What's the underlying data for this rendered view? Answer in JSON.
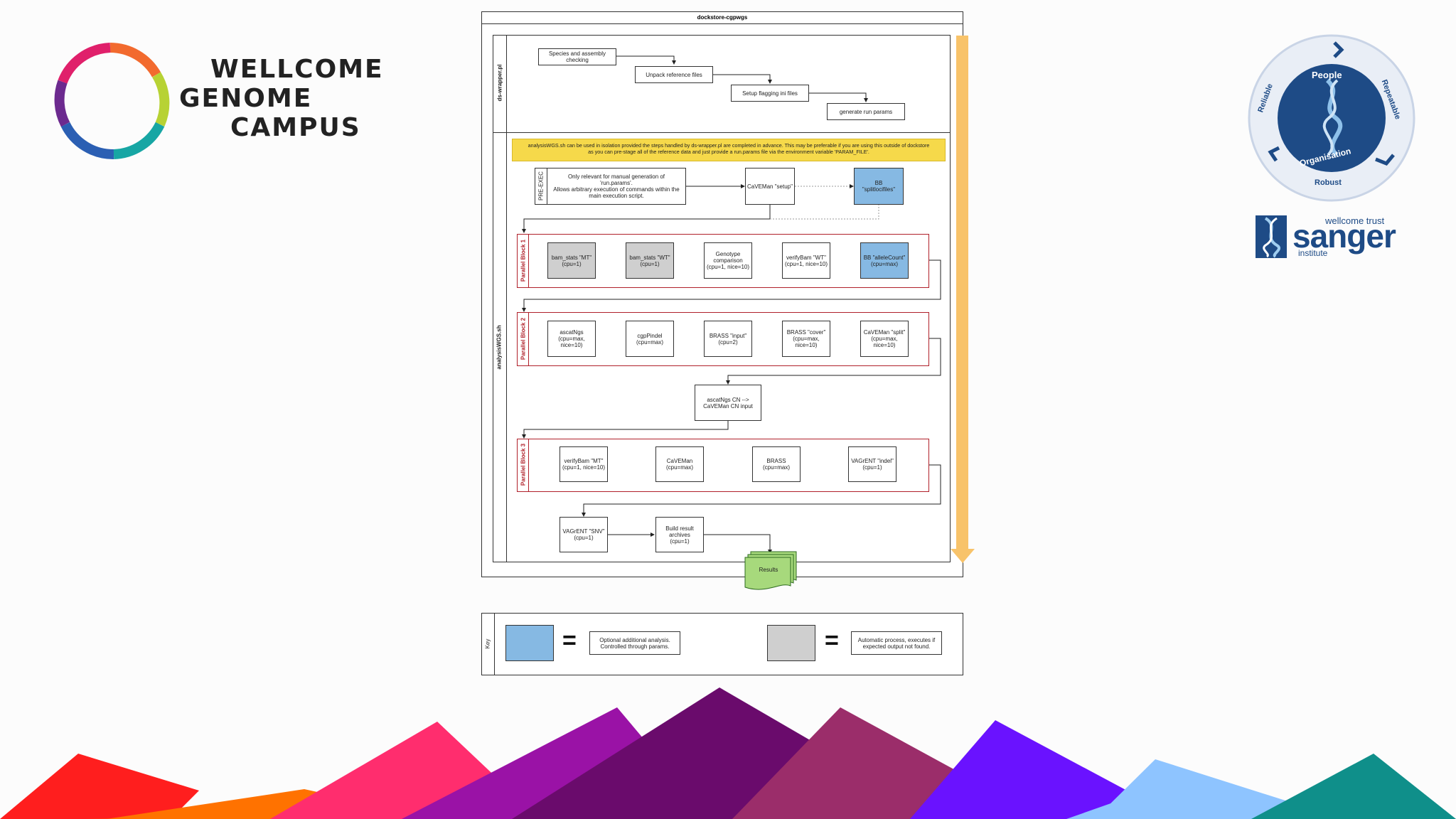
{
  "diagram": {
    "title": "dockstore-cgpwgs",
    "lanes": {
      "ds_wrapper": "ds-wrapper.pl",
      "analysis": "analysisWGS.sh"
    },
    "wrapper_steps": [
      "Species and assembly\nchecking",
      "Unpack reference files",
      "Setup flagging ini files",
      "generate run params"
    ],
    "note": "analysisWGS.sh can be used in isolation provided the steps handled by ds-wrapper.pl are completed in advance.  This may be preferable if you are using this outside of dockstore\nas you can pre-stage all of the reference data and just provide a run.params file via the environment variable 'PARAM_FILE'.",
    "pre_exec": {
      "label": "PRE-EXEC",
      "text": "Only relevant for manual generation of\n'run.params'.\nAllows arbitrary execution of commands within the\nmain execution script."
    },
    "caveman_setup": "CaVEMan \"setup\"",
    "bb_split": "BB\n\"splitlocifiles\"",
    "block1": {
      "label": "Parallel Block 1",
      "items": [
        "bam_stats \"MT\"\n(cpu=1)",
        "bam_stats \"WT\"\n(cpu=1)",
        "Genotype\ncomparison\n(cpu=1, nice=10)",
        "verifyBam \"WT\"\n(cpu=1, nice=10)",
        "BB \"alleleCount\"\n(cpu=max)"
      ]
    },
    "block2": {
      "label": "Parallel Block 2",
      "items": [
        "ascatNgs\n(cpu=max,\nnice=10)",
        "cgpPindel\n(cpu=max)",
        "BRASS \"input\"\n(cpu=2)",
        "BRASS \"cover\"\n(cpu=max,\nnice=10)",
        "CaVEMan \"split\"\n(cpu=max,\nnice=10)"
      ]
    },
    "ascat_cn": "ascatNgs CN -->\nCaVEMan CN input",
    "block3": {
      "label": "Parallel Block 3",
      "items": [
        "verifyBam \"MT\"\n(cpu=1, nice=10)",
        "CaVEMan\n(cpu=max)",
        "BRASS\n(cpu=max)",
        "VAGrENT \"indel\"\n(cpu=1)"
      ]
    },
    "vagrent_snv": "VAGrENT \"SNV\"\n(cpu=1)",
    "build_results": "Build result\narchives\n(cpu=1)",
    "results": "Results"
  },
  "key": {
    "label": "Key",
    "equals": "=",
    "optional": "Optional additional analysis.\nControlled through params.",
    "automatic": "Automatic process, executes if\nexpected output not found."
  },
  "logos": {
    "wgc": [
      "WELLCOME",
      "GENOME",
      "CAMPUS"
    ],
    "sanger_badge": {
      "people": "People",
      "reliable": "Reliable",
      "repeatable": "Repeatable",
      "organisation": "Organisation",
      "robust": "Robust"
    },
    "sanger_wordmark": {
      "top": "wellcome trust",
      "main": "sanger",
      "bottom": "institute"
    }
  },
  "colors": {
    "optional_blue": "#86b9e3",
    "automatic_gray": "#cfcfcf",
    "block_red": "#b0202a",
    "note_yellow": "#f6d94a",
    "arrow_orange": "#f8c36a",
    "results_green": "#a7d97c",
    "sanger_navy": "#1e4b86"
  }
}
